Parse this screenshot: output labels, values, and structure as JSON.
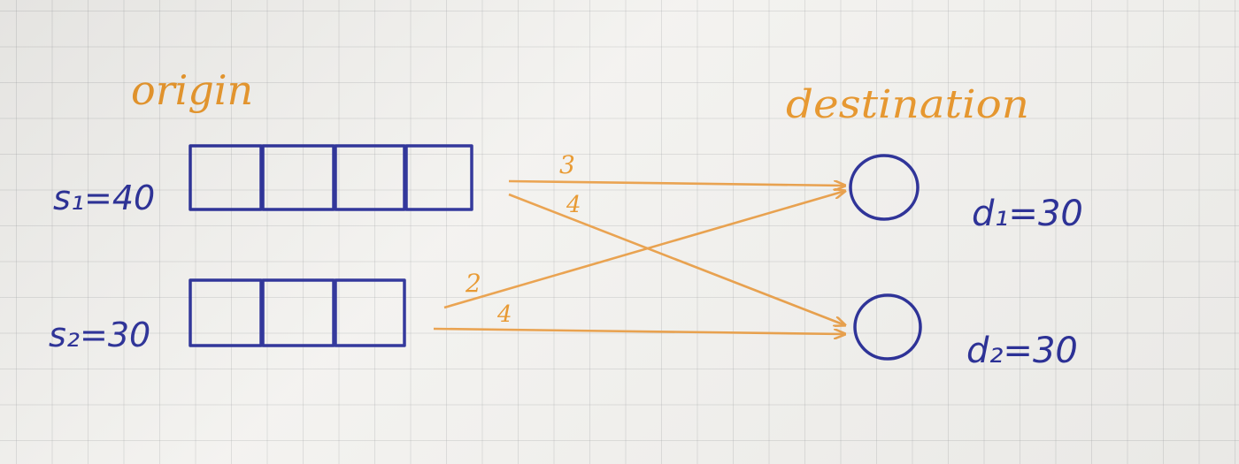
{
  "headings": {
    "origin": "origin",
    "destination": "destination"
  },
  "origins": [
    {
      "label": "s₁=40",
      "boxes": 4
    },
    {
      "label": "s₂=30",
      "boxes": 3
    }
  ],
  "destinations": [
    {
      "label": "d₁=30"
    },
    {
      "label": "d₂=30"
    }
  ],
  "arcs": [
    {
      "from": 1,
      "to": 1,
      "cost": "3"
    },
    {
      "from": 1,
      "to": 2,
      "cost": "4"
    },
    {
      "from": 2,
      "to": 1,
      "cost": "2"
    },
    {
      "from": 2,
      "to": 2,
      "cost": "4"
    }
  ],
  "colors": {
    "ink_blue": "#2a2f98",
    "ink_orange": "#e8962a",
    "paper": "#f3f2ef"
  }
}
